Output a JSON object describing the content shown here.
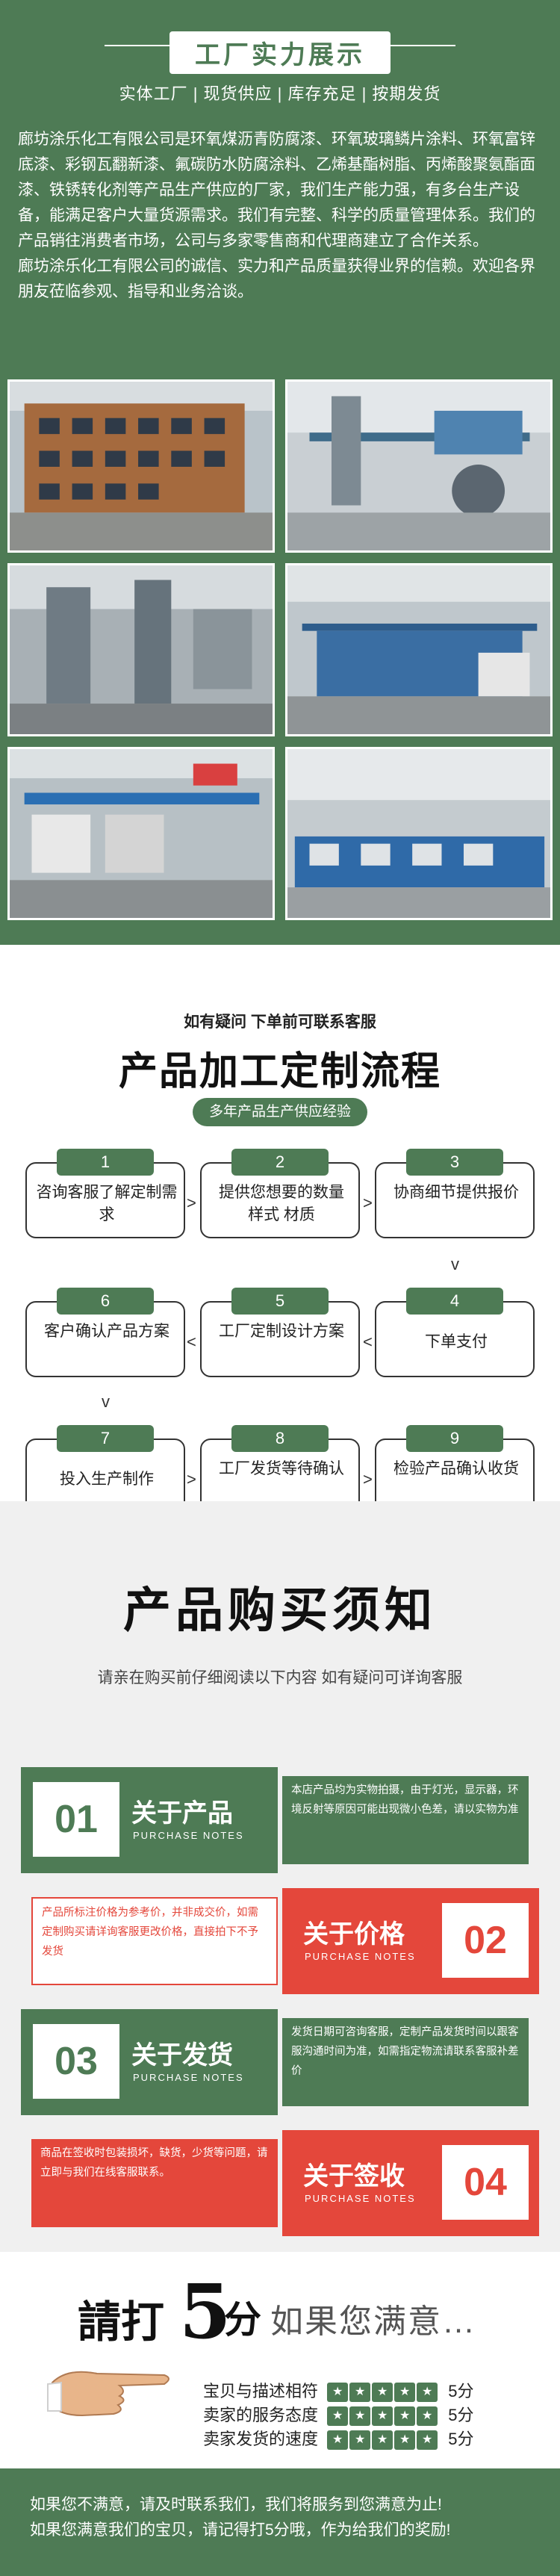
{
  "factory": {
    "title": "工厂实力展示",
    "tags": "实体工厂 | 现货供应 | 库存充足 | 按期发货",
    "intro": [
      "廊坊涂乐化工有限公司是环氧煤沥青防腐漆、环氧玻璃鳞片涂料、环氧富锌底漆、彩钢瓦翻新漆、氟碳防水防腐涂料、乙烯基酯树脂、丙烯酸聚氨酯面漆、铁锈转化剂等产品生产供应的厂家，我们生产能力强，有多台生产设备，能满足客户大量货源需求。我们有完整、科学的质量管理体系。我们的产品销往消费者市场，公司与多家零售商和代理商建立了合作关系。",
      "廊坊涂乐化工有限公司的诚信、实力和产品质量获得业界的信赖。欢迎各界朋友莅临参观、指导和业务洽谈。"
    ]
  },
  "process": {
    "subtitle": "如有疑问 下单前可联系客服",
    "title": "产品加工定制流程",
    "badge": "多年产品生产供应经验",
    "steps": [
      {
        "num": "1",
        "text": "咨询客服了解定制需求"
      },
      {
        "num": "2",
        "text": "提供您想要的数量 样式 材质"
      },
      {
        "num": "3",
        "text": "协商细节提供报价"
      },
      {
        "num": "4",
        "text": "下单支付"
      },
      {
        "num": "5",
        "text": "工厂定制设计方案"
      },
      {
        "num": "6",
        "text": "客户确认产品方案"
      },
      {
        "num": "7",
        "text": "投入生产制作"
      },
      {
        "num": "8",
        "text": "工厂发货等待确认"
      },
      {
        "num": "9",
        "text": "检验产品确认收货"
      }
    ],
    "arrow_right": ">",
    "arrow_left": "<",
    "arrow_down": "v"
  },
  "notes": {
    "title": "产品购买须知",
    "subtitle": "请亲在购买前仔细阅读以下内容 如有疑问可详询客服",
    "items": [
      {
        "num": "01",
        "title": "关于产品",
        "en": "PURCHASE NOTES",
        "text": "本店产品均为实物拍摄，由于灯光，显示器，环境反射等原因可能出现微小色差，请以实物为准"
      },
      {
        "num": "02",
        "title": "关于价格",
        "en": "PURCHASE NOTES",
        "text": "产品所标注价格为参考价，并非成交价，如需定制购买请详询客服更改价格，直接拍下不予发货"
      },
      {
        "num": "03",
        "title": "关于发货",
        "en": "PURCHASE NOTES",
        "text": "发货日期可咨询客服，定制产品发货时间以跟客服沟通时间为准，如需指定物流请联系客服补差价"
      },
      {
        "num": "04",
        "title": "关于签收",
        "en": "PURCHASE NOTES",
        "text": "商品在签收时包装损坏，缺货，少货等问题，请立即与我们在线客服联系。"
      }
    ],
    "colors": {
      "green": "#4e7b55",
      "red": "#e4473b"
    }
  },
  "rating": {
    "prefix": "請打",
    "five": "5",
    "unit": "分",
    "tail": "如果您满意…",
    "rows": [
      {
        "label": "宝贝与描述相符",
        "score": "5分"
      },
      {
        "label": "卖家的服务态度",
        "score": "5分"
      },
      {
        "label": "卖家发货的速度",
        "score": "5分"
      }
    ],
    "star_glyph": "★"
  },
  "footer": {
    "line1": "如果您不满意，请及时联系我们，我们将服务到您满意为止!",
    "line2": "如果您满意我们的宝贝，请记得打5分哦，作为给我们的奖励!"
  }
}
